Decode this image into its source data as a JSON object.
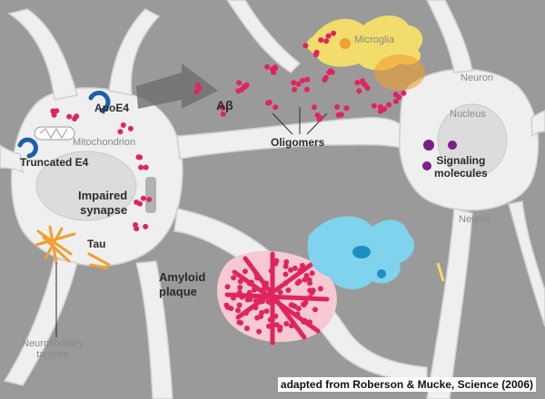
{
  "labels": {
    "microglia": "Microglia",
    "neuron": "Neuron",
    "nucleus": "Nucleus",
    "apoe4": "ApoE4",
    "mitochondrion": "Mitochondrion",
    "truncated_e4": "Truncated E4",
    "abeta": "Aβ",
    "oligomers": "Oligomers",
    "signaling_line1": "Signaling",
    "signaling_line2": "molecules",
    "impaired_line1": "Impaired",
    "impaired_line2": "synapse",
    "neurite": "Neurite",
    "tau": "Tau",
    "amyloid_line1": "Amyloid",
    "amyloid_line2": "plaque",
    "nft_line1": "Neurofibrillary",
    "nft_line2": "tangles"
  },
  "credit": "adapted from Roberson & Mucke, Science (2006)",
  "colors": {
    "background": "#9a9a9a",
    "cell": "#efefef",
    "cell_outline": "#cfcfcf",
    "nucleus": "#dcdcdc",
    "abeta": "#e0245e",
    "apoe4": "#1d5fa8",
    "microglia_yellow": "#f2dc6b",
    "microglia_blue": "#7fd3ec",
    "tau": "#f0a030",
    "signaling": "#7a1f8a",
    "arrow": "#6e6e6e"
  }
}
